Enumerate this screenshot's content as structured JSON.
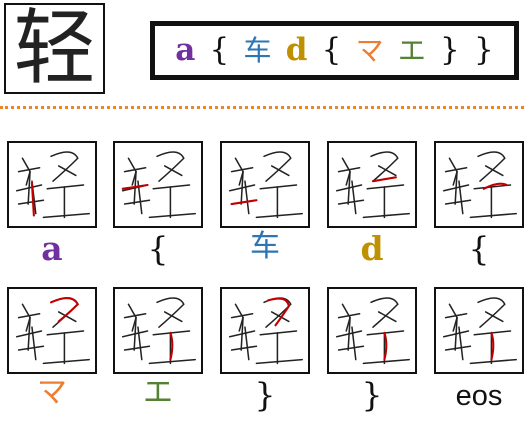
{
  "header": {
    "character": "轻",
    "sequence": [
      {
        "text": "a",
        "color": "#7030a0",
        "kind": "a"
      },
      {
        "text": "{",
        "color": "#111111",
        "kind": "brace"
      },
      {
        "text": "车",
        "color": "#2e75b6",
        "kind": "cjk"
      },
      {
        "text": "d",
        "color": "#bf9000",
        "kind": "d"
      },
      {
        "text": "{",
        "color": "#111111",
        "kind": "brace"
      },
      {
        "text": "マ",
        "color": "#ed7d31",
        "kind": "cjk"
      },
      {
        "text": "エ",
        "color": "#548235",
        "kind": "cjk"
      },
      {
        "text": "}",
        "color": "#111111",
        "kind": "brace"
      },
      {
        "text": "}",
        "color": "#111111",
        "kind": "brace"
      }
    ]
  },
  "divider_color": "#ee8422",
  "steps": [
    {
      "label": "a",
      "color": "#7030a0",
      "kind": "bold",
      "highlight": "left-vert"
    },
    {
      "label": "{",
      "color": "#111111",
      "kind": "brace",
      "highlight": "left-mid"
    },
    {
      "label": "车",
      "color": "#2e75b6",
      "kind": "cjk",
      "highlight": "left-low"
    },
    {
      "label": "d",
      "color": "#bf9000",
      "kind": "bold",
      "highlight": "right-mid"
    },
    {
      "label": "{",
      "color": "#111111",
      "kind": "brace",
      "highlight": "right-hook"
    },
    {
      "label": "マ",
      "color": "#ed7d31",
      "kind": "cjk",
      "highlight": "right-top"
    },
    {
      "label": "エ",
      "color": "#548235",
      "kind": "cjk",
      "highlight": "right-vert"
    },
    {
      "label": "}",
      "color": "#111111",
      "kind": "brace",
      "highlight": "right-top2"
    },
    {
      "label": "}",
      "color": "#111111",
      "kind": "brace",
      "highlight": "right-vert"
    },
    {
      "label": "eos",
      "color": "#111111",
      "kind": "eos",
      "highlight": "right-vert"
    }
  ],
  "stroke_color": "#c00000"
}
